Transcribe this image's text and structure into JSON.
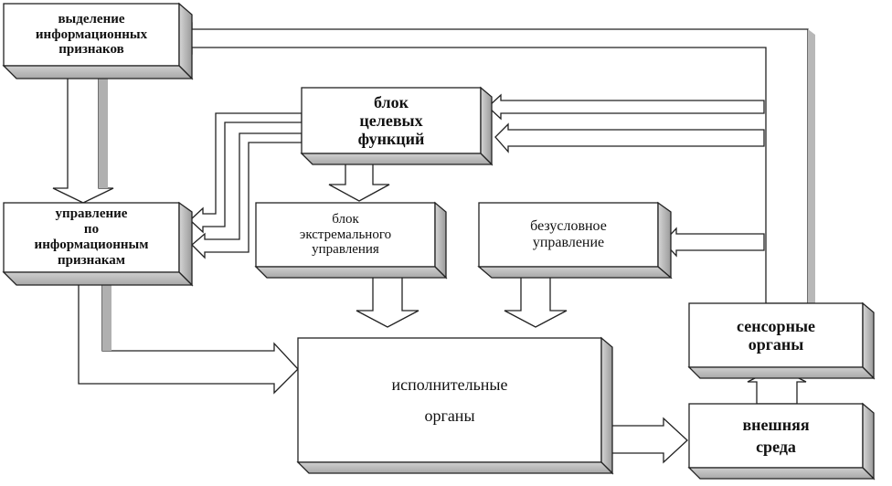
{
  "diagram": {
    "nodes": {
      "feature_extraction": {
        "lines": [
          "выделение",
          "информационных",
          "признаков"
        ]
      },
      "target_functions": {
        "lines": [
          "блок",
          "целевых",
          "функций"
        ]
      },
      "feature_control": {
        "lines": [
          "управление",
          "по",
          "информационным",
          "признакам"
        ]
      },
      "extremal_control": {
        "lines": [
          "блок",
          "экстремального",
          "управления"
        ]
      },
      "unconditional_control": {
        "lines": [
          "безусловное",
          "управление"
        ]
      },
      "executive_organs": {
        "lines": [
          "исполнительные",
          "органы"
        ]
      },
      "sensory_organs": {
        "lines": [
          "сенсорные",
          "органы"
        ]
      },
      "environment": {
        "lines": [
          "внешняя",
          "среда"
        ]
      }
    }
  }
}
